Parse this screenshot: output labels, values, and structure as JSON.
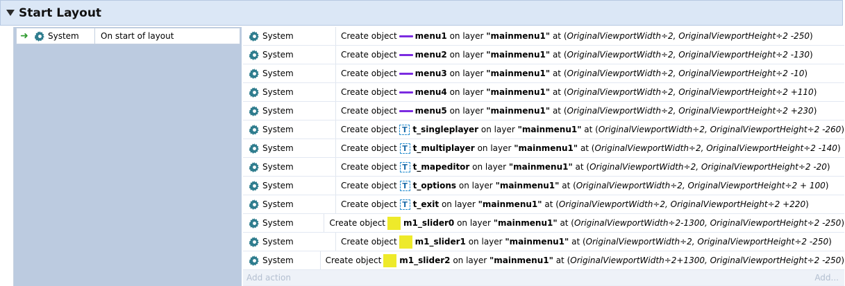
{
  "group": {
    "title": "Start Layout"
  },
  "event": {
    "condition": {
      "object": "System",
      "text": "On start of layout"
    }
  },
  "actions": [
    {
      "object": "System",
      "verb": "Create object",
      "icon": "line",
      "name": "menu1",
      "on": "on layer",
      "layer": "\"mainmenu1\"",
      "at": "at (",
      "args": "OriginalViewportWidth÷2, OriginalViewportHeight÷2 -250",
      "close": ")"
    },
    {
      "object": "System",
      "verb": "Create object",
      "icon": "line",
      "name": "menu2",
      "on": "on layer",
      "layer": "\"mainmenu1\"",
      "at": "at (",
      "args": "OriginalViewportWidth÷2, OriginalViewportHeight÷2 -130",
      "close": ")"
    },
    {
      "object": "System",
      "verb": "Create object",
      "icon": "line",
      "name": "menu3",
      "on": "on layer",
      "layer": "\"mainmenu1\"",
      "at": "at (",
      "args": "OriginalViewportWidth÷2, OriginalViewportHeight÷2 -10",
      "close": ")"
    },
    {
      "object": "System",
      "verb": "Create object",
      "icon": "line",
      "name": "menu4",
      "on": "on layer",
      "layer": "\"mainmenu1\"",
      "at": "at (",
      "args": "OriginalViewportWidth÷2, OriginalViewportHeight÷2 +110",
      "close": ")"
    },
    {
      "object": "System",
      "verb": "Create object",
      "icon": "line",
      "name": "menu5",
      "on": "on layer",
      "layer": "\"mainmenu1\"",
      "at": "at (",
      "args": "OriginalViewportWidth÷2, OriginalViewportHeight÷2 +230",
      "close": ")"
    },
    {
      "object": "System",
      "verb": "Create object",
      "icon": "text",
      "name": "t_singleplayer",
      "on": "on layer",
      "layer": "\"mainmenu1\"",
      "at": "at (",
      "args": "OriginalViewportWidth÷2, OriginalViewportHeight÷2 -260",
      "close": ")"
    },
    {
      "object": "System",
      "verb": "Create object",
      "icon": "text",
      "name": "t_multiplayer",
      "on": "on layer",
      "layer": "\"mainmenu1\"",
      "at": "at (",
      "args": "OriginalViewportWidth÷2, OriginalViewportHeight÷2 -140",
      "close": ")"
    },
    {
      "object": "System",
      "verb": "Create object",
      "icon": "text",
      "name": "t_mapeditor",
      "on": "on layer",
      "layer": "\"mainmenu1\"",
      "at": "at (",
      "args": "OriginalViewportWidth÷2, OriginalViewportHeight÷2 -20",
      "close": ")"
    },
    {
      "object": "System",
      "verb": "Create object",
      "icon": "text",
      "name": "t_options",
      "on": "on layer",
      "layer": "\"mainmenu1\"",
      "at": "at (",
      "args": "OriginalViewportWidth÷2, OriginalViewportHeight÷2 + 100",
      "close": ")"
    },
    {
      "object": "System",
      "verb": "Create object",
      "icon": "text",
      "name": "t_exit",
      "on": "on layer",
      "layer": "\"mainmenu1\"",
      "at": "at (",
      "args": "OriginalViewportWidth÷2, OriginalViewportHeight÷2 +220",
      "close": ")"
    },
    {
      "object": "System",
      "verb": "Create object",
      "icon": "sprite",
      "name": "m1_slider0",
      "on": "on layer",
      "layer": "\"mainmenu1\"",
      "at": "at (",
      "args": "OriginalViewportWidth÷2-1300, OriginalViewportHeight÷2 -250",
      "close": ")"
    },
    {
      "object": "System",
      "verb": "Create object",
      "icon": "sprite",
      "name": "m1_slider1",
      "on": "on layer",
      "layer": "\"mainmenu1\"",
      "at": "at (",
      "args": "OriginalViewportWidth÷2, OriginalViewportHeight÷2 -250",
      "close": ")"
    },
    {
      "object": "System",
      "verb": "Create object",
      "icon": "sprite",
      "name": "m1_slider2",
      "on": "on layer",
      "layer": "\"mainmenu1\"",
      "at": "at (",
      "args": "OriginalViewportWidth÷2+1300, OriginalViewportHeight÷2 -250",
      "close": ")"
    }
  ],
  "footer": {
    "add_action": "Add action",
    "add": "Add..."
  },
  "colors": {
    "header_bg": "#dbe7f6",
    "condition_bg": "#bccbe0",
    "line_icon": "#7b2be0",
    "sprite_icon": "#eeea2a",
    "gear": "#2f7d8e"
  }
}
